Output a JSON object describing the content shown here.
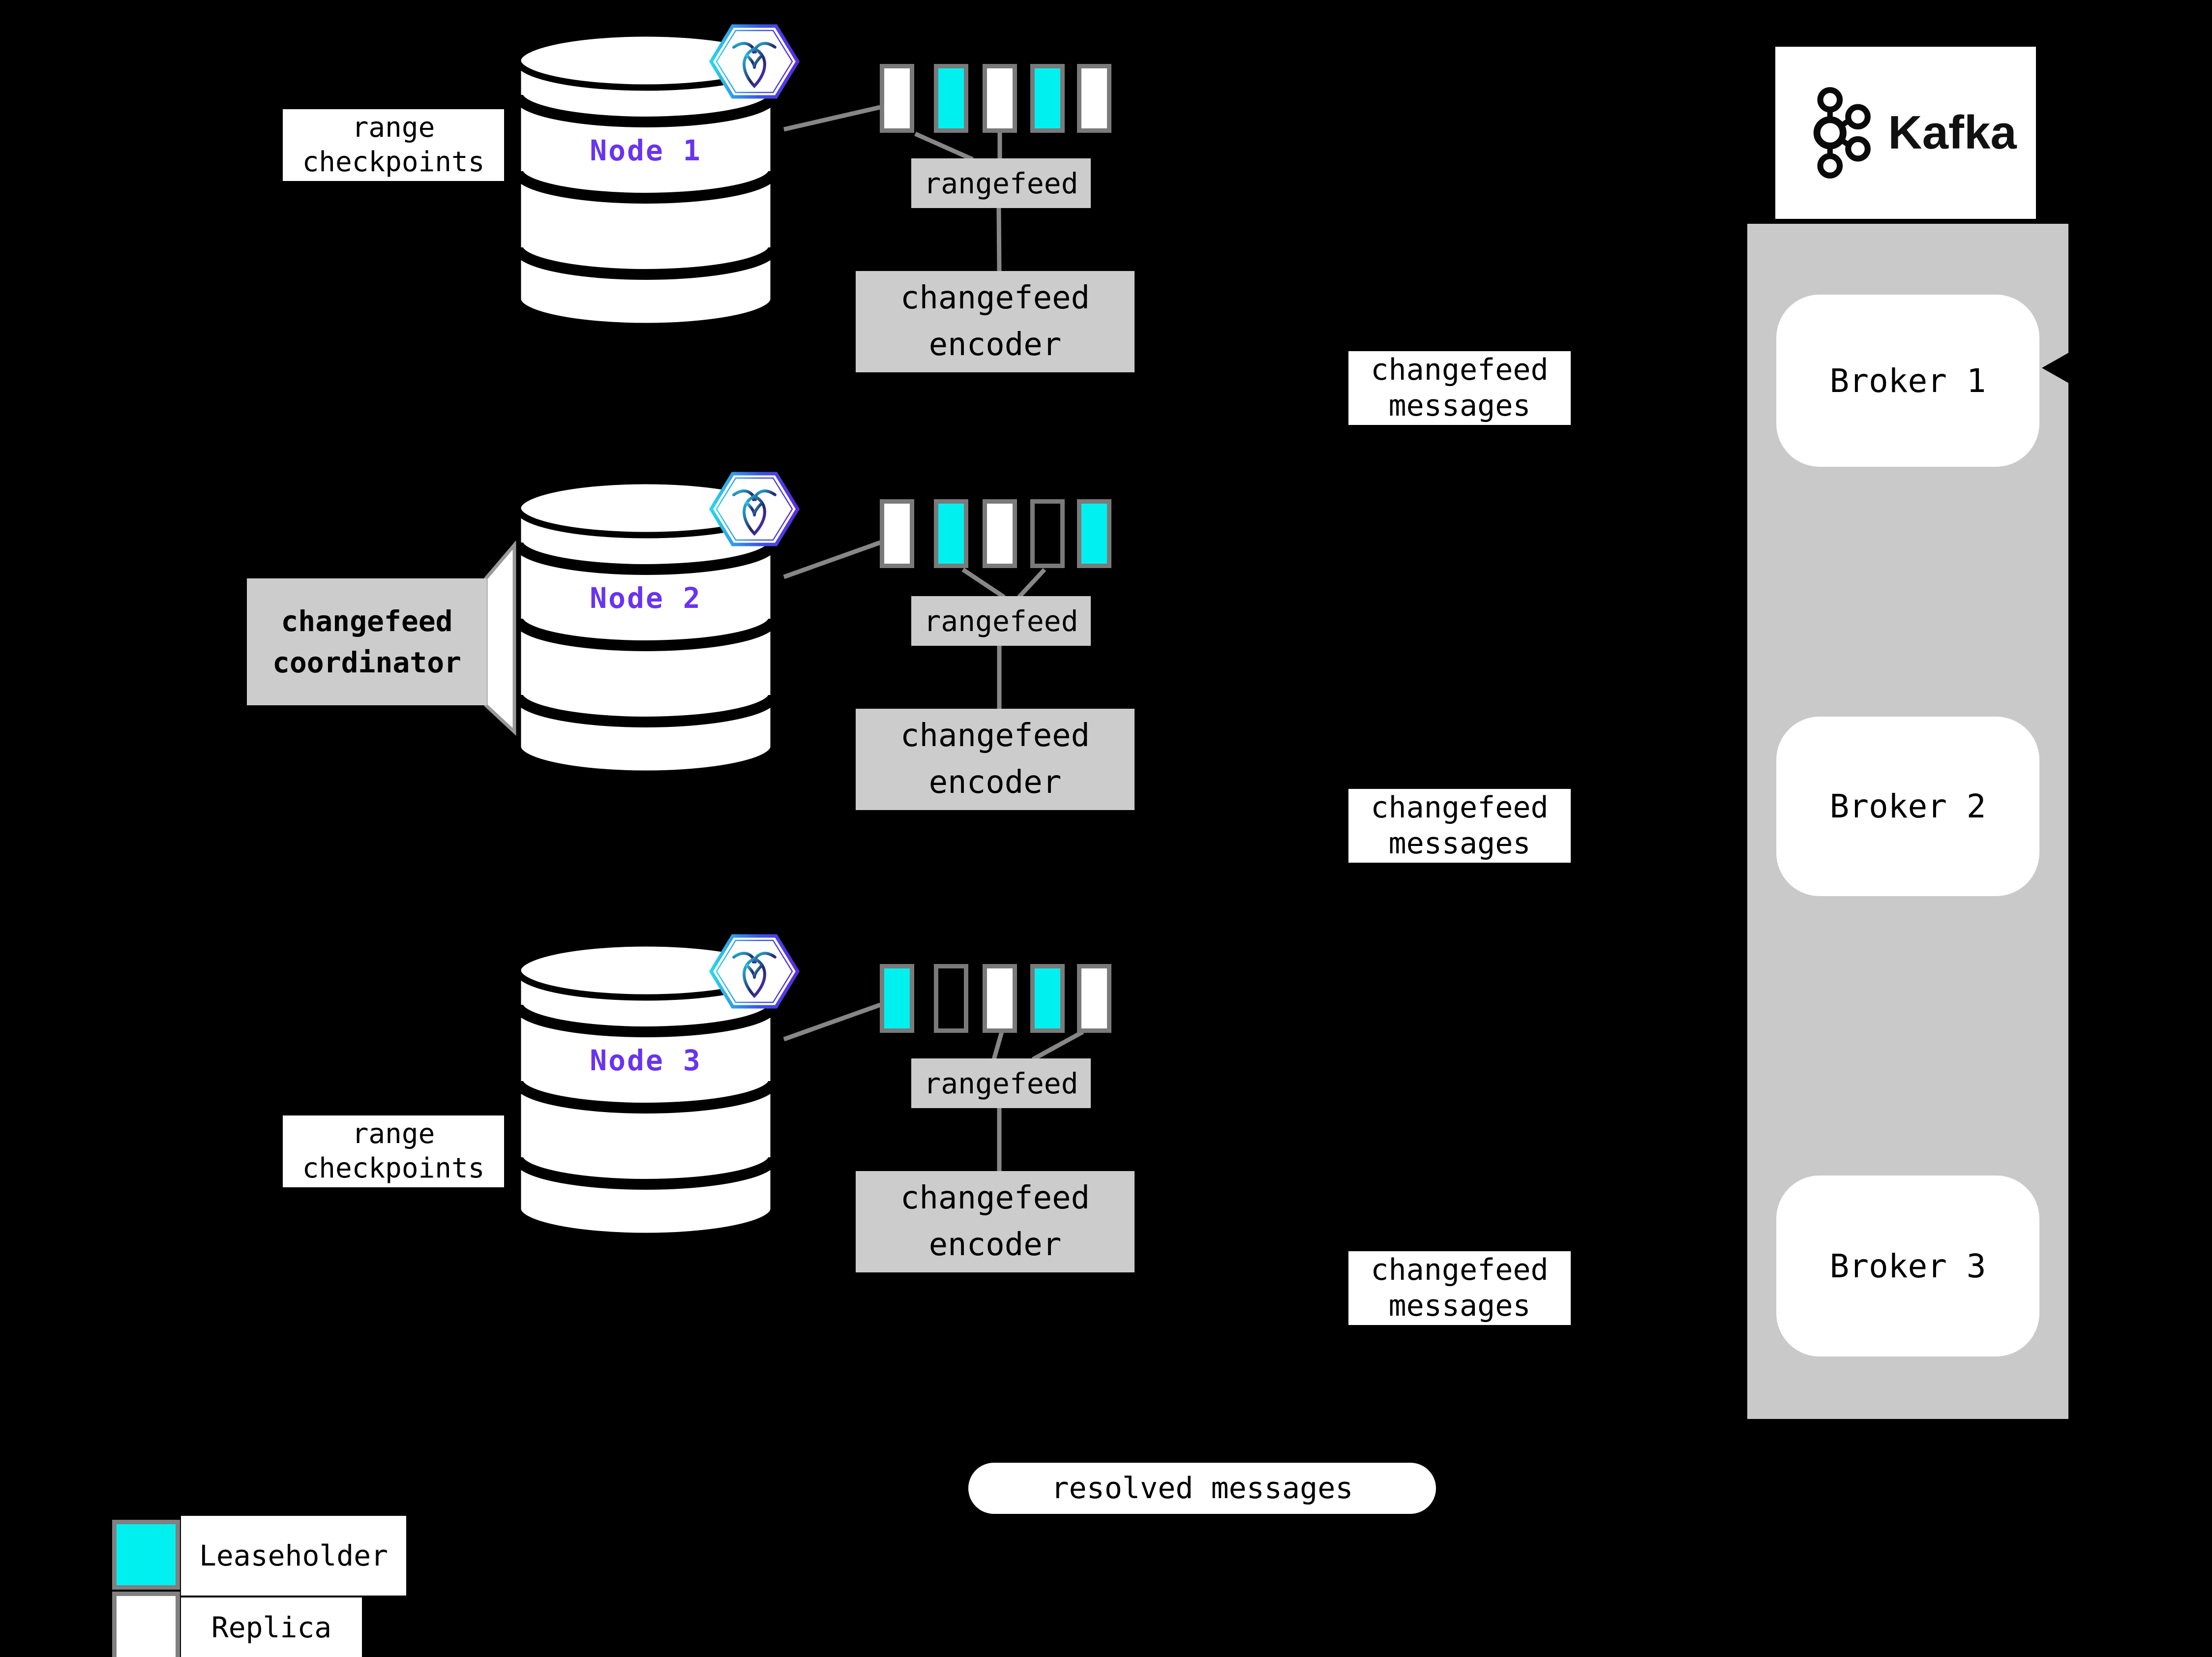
{
  "colors": {
    "background": "#000000",
    "leaseholder_fill": "#00F0F0",
    "replica_fill": "#FFFFFF",
    "node_label_purple": "#6933F0",
    "process_box_gray": "#CCCCCC",
    "kafka_panel_gray": "#C9C9C9",
    "connector_gray": "#878787"
  },
  "nodes": [
    {
      "name": "Node 1",
      "db_icon": "cockroachdb-icon",
      "replicas": [
        "replica",
        "leaseholder",
        "replica",
        "leaseholder",
        "replica"
      ],
      "rangefeed": "rangefeed",
      "encoder": {
        "line1": "changefeed",
        "line2": "encoder"
      },
      "messages": {
        "line1": "changefeed",
        "line2": "messages"
      }
    },
    {
      "name": "Node 2",
      "db_icon": "cockroachdb-icon",
      "replicas": [
        "replica",
        "leaseholder",
        "replica",
        "empty",
        "leaseholder"
      ],
      "rangefeed": "rangefeed",
      "encoder": {
        "line1": "changefeed",
        "line2": "encoder"
      },
      "messages": {
        "line1": "changefeed",
        "line2": "messages"
      }
    },
    {
      "name": "Node 3",
      "db_icon": "cockroachdb-icon",
      "replicas": [
        "leaseholder",
        "empty",
        "replica",
        "leaseholder",
        "replica"
      ],
      "rangefeed": "rangefeed",
      "encoder": {
        "line1": "changefeed",
        "line2": "encoder"
      },
      "messages": {
        "line1": "changefeed",
        "line2": "messages"
      }
    }
  ],
  "annotations": {
    "range_checkpoints_top": {
      "line1": "range",
      "line2": "checkpoints"
    },
    "coordinator": {
      "line1": "changefeed",
      "line2": "coordinator"
    },
    "range_checkpoints_bottom": {
      "line1": "range",
      "line2": "checkpoints"
    },
    "resolved_messages": "resolved messages"
  },
  "kafka": {
    "wordmark": "Kafka",
    "brokers": [
      {
        "label": "Broker 1"
      },
      {
        "label": "Broker 2"
      },
      {
        "label": "Broker 3"
      }
    ]
  },
  "legend": [
    {
      "label": "Leaseholder",
      "type": "leaseholder"
    },
    {
      "label": "Replica",
      "type": "replica"
    }
  ]
}
